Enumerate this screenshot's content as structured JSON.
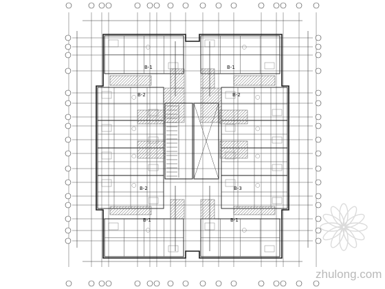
{
  "drawing": {
    "unit_tags": [
      {
        "text": "B-1",
        "pos": "top-left"
      },
      {
        "text": "B-1",
        "pos": "top-right"
      },
      {
        "text": "B-2",
        "pos": "upper-left"
      },
      {
        "text": "B-2",
        "pos": "upper-right"
      },
      {
        "text": "B-2",
        "pos": "lower-left"
      },
      {
        "text": "B-3",
        "pos": "lower-right"
      },
      {
        "text": "B-1",
        "pos": "bottom-left"
      },
      {
        "text": "B-1",
        "pos": "bottom-right"
      }
    ],
    "watermark": "zhulong.com",
    "colors": {
      "line": "#333333",
      "hatch": "#8a8a8a",
      "wall": "#1a1a1a"
    }
  }
}
